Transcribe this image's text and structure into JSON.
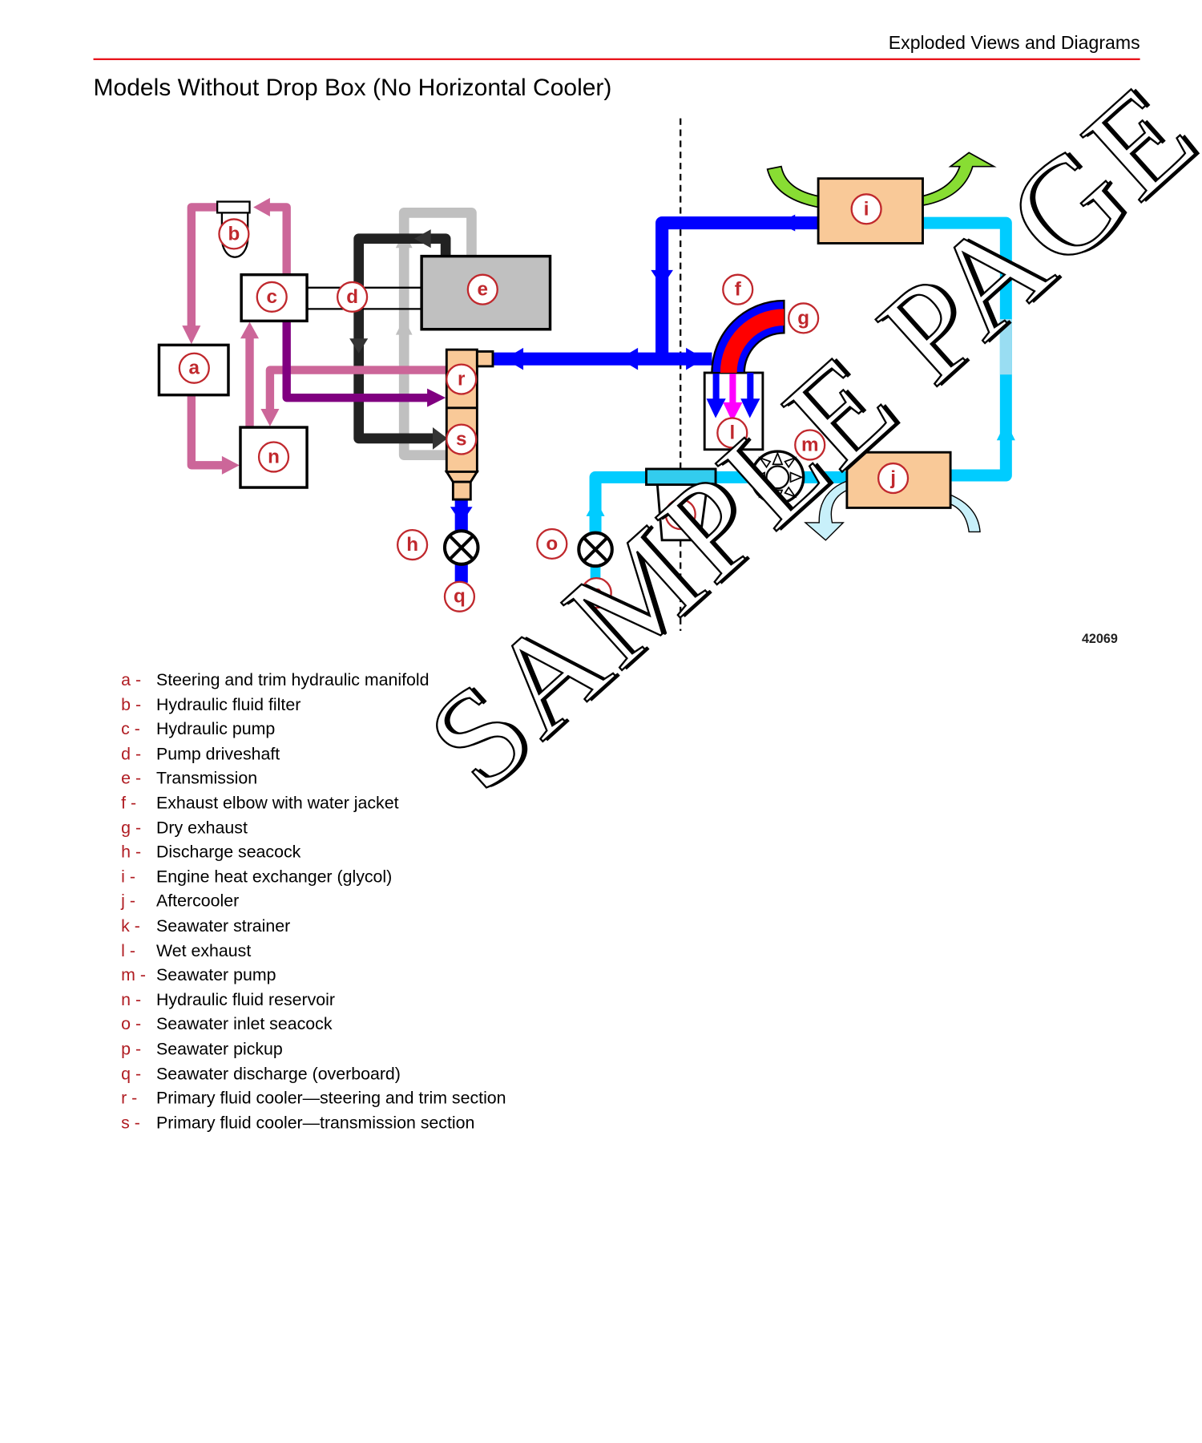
{
  "header": {
    "section": "Exploded Views and Diagrams"
  },
  "title": "Models Without Drop Box (No Horizontal Cooler)",
  "figure_number": "42069",
  "watermark": "SAMPLE PAGE",
  "legend": {
    "items": [
      {
        "letter": "a",
        "sep": "a -",
        "text": "Steering and trim hydraulic manifold"
      },
      {
        "letter": "b",
        "sep": "b -",
        "text": "Hydraulic fluid filter"
      },
      {
        "letter": "c",
        "sep": "c -",
        "text": "Hydraulic pump"
      },
      {
        "letter": "d",
        "sep": "d -",
        "text": "Pump driveshaft"
      },
      {
        "letter": "e",
        "sep": "e -",
        "text": "Transmission"
      },
      {
        "letter": "f",
        "sep": "f -",
        "text": "Exhaust elbow with water jacket"
      },
      {
        "letter": "g",
        "sep": "g -",
        "text": "Dry exhaust"
      },
      {
        "letter": "h",
        "sep": "h -",
        "text": "Discharge seacock"
      },
      {
        "letter": "i",
        "sep": "i -",
        "text": "Engine heat exchanger (glycol)"
      },
      {
        "letter": "j",
        "sep": "j -",
        "text": "Aftercooler"
      },
      {
        "letter": "k",
        "sep": "k -",
        "text": "Seawater strainer"
      },
      {
        "letter": "l",
        "sep": "l -",
        "text": "Wet exhaust"
      },
      {
        "letter": "m",
        "sep": "m -",
        "text": "Seawater pump"
      },
      {
        "letter": "n",
        "sep": "n -",
        "text": "Hydraulic fluid reservoir"
      },
      {
        "letter": "o",
        "sep": "o -",
        "text": "Seawater inlet seacock"
      },
      {
        "letter": "p",
        "sep": "p -",
        "text": "Seawater pickup"
      },
      {
        "letter": "q",
        "sep": "q -",
        "text": "Seawater discharge (overboard)"
      },
      {
        "letter": "r",
        "sep": "r -",
        "text": "Primary fluid cooler—steering and trim section"
      },
      {
        "letter": "s",
        "sep": "s -",
        "text": "Primary fluid cooler—transmission section"
      }
    ]
  },
  "colors": {
    "hydraulic": "#cc6699",
    "pump_out": "#800080",
    "trans": "#222222",
    "trans_return": "#c0c0c0",
    "seawater": "#0000ff",
    "glycol": "#00ccff",
    "exhaust": "#ff0000",
    "component": "#f9c998",
    "label": "#c0282d"
  }
}
